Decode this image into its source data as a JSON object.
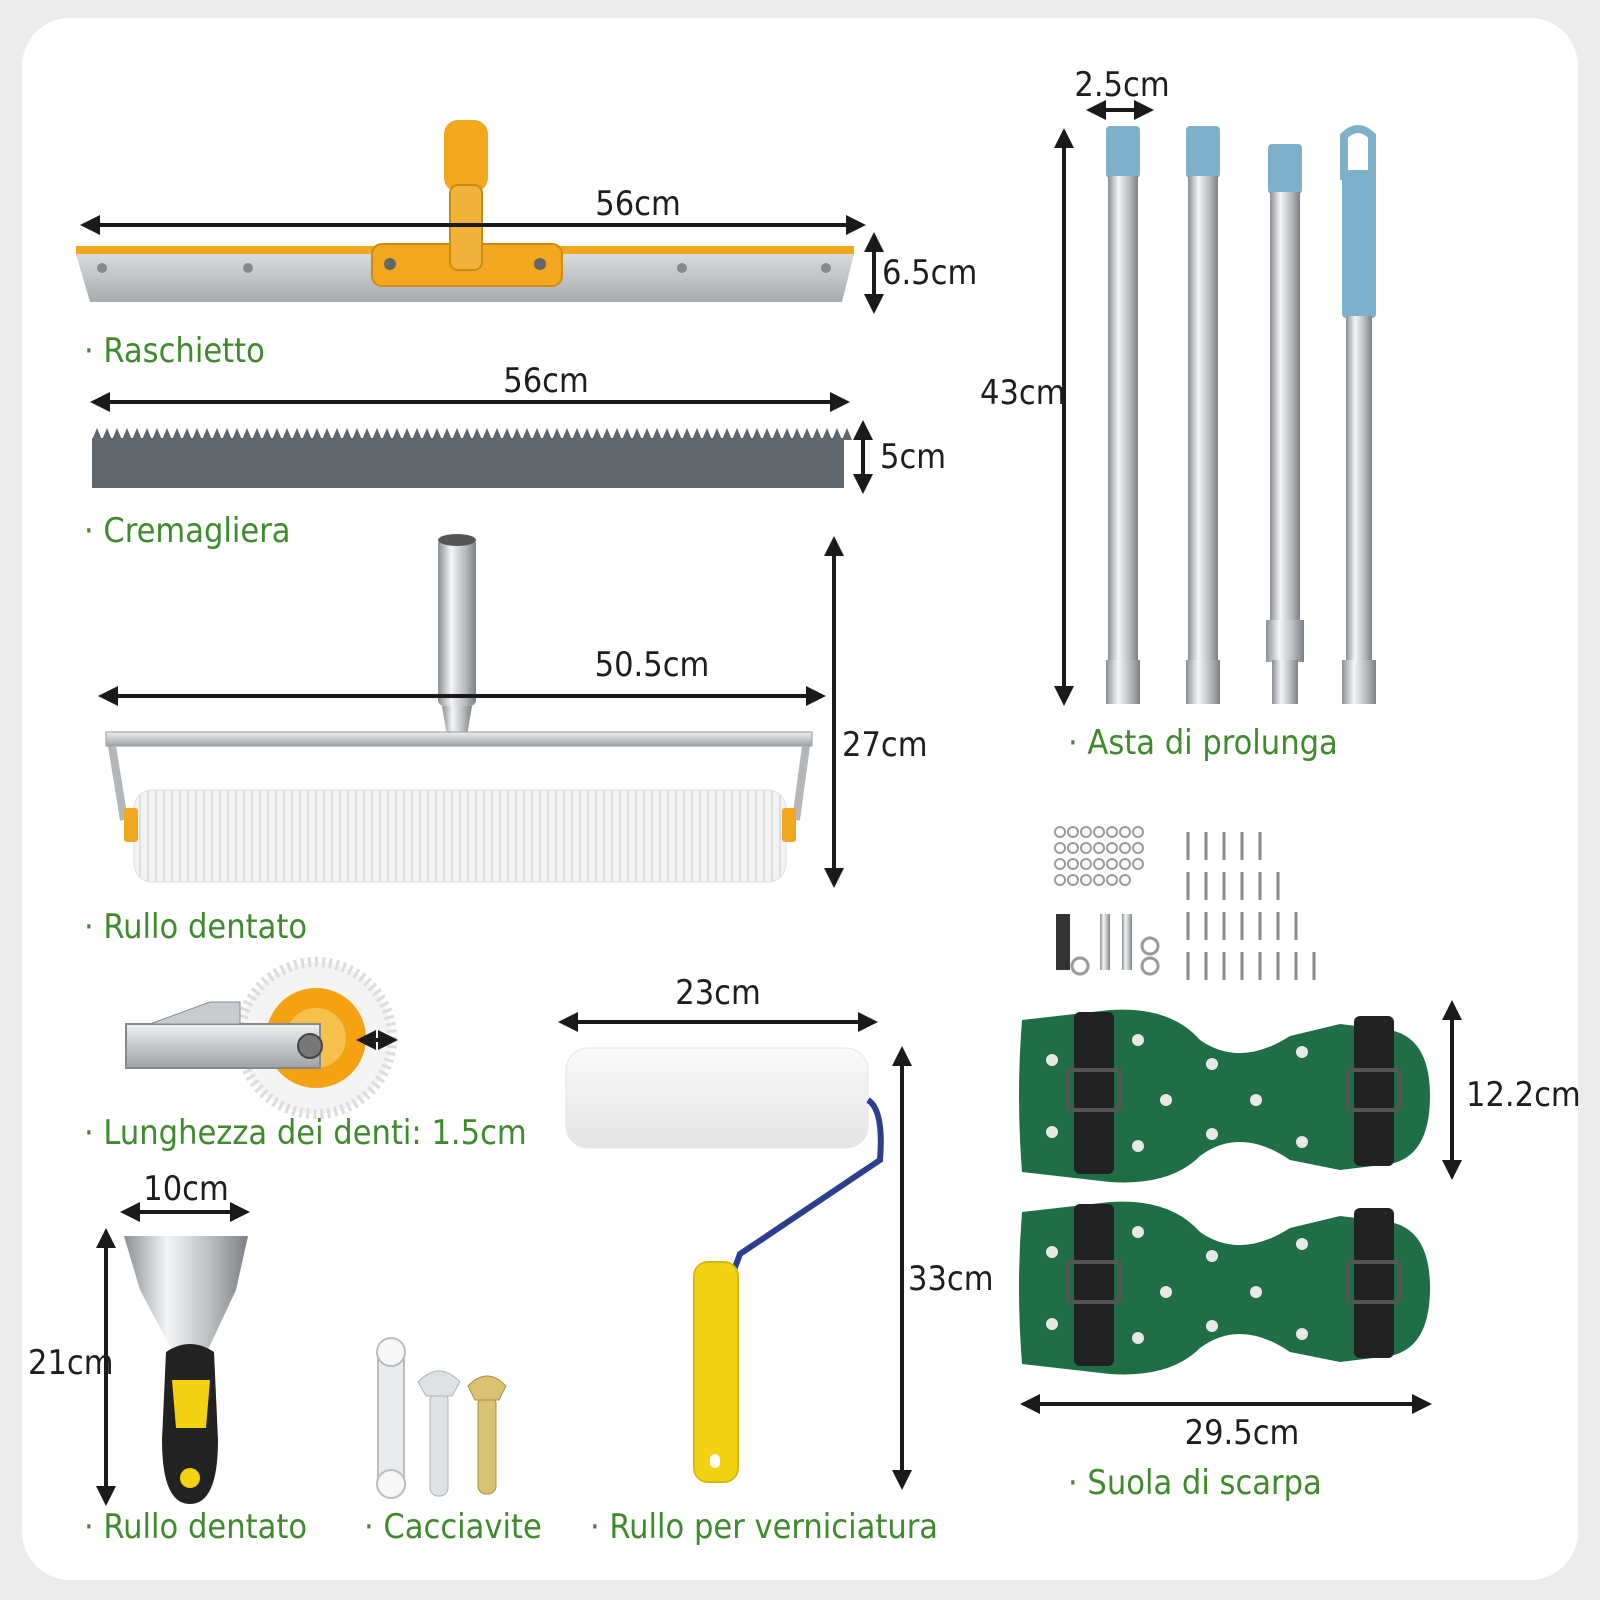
{
  "colors": {
    "caption": "#3f8a2c",
    "dimension": "#1e1e1e",
    "blade_orange": "#f2a81e",
    "comb_gray": "#5f676c",
    "handle_blue": "#7fb0c9",
    "sole_green": "#1f6e45",
    "roller_yellow": "#f3d311",
    "roller_frame_blue": "#2b3f8e"
  },
  "items": {
    "raschietto": {
      "caption": "· Raschietto",
      "width_label": "56cm",
      "height_label": "6.5cm",
      "icon": "squeegee-icon"
    },
    "cremagliera": {
      "caption": "· Cremagliera",
      "width_label": "56cm",
      "height_label": "5cm",
      "icon": "serrated-blade-icon"
    },
    "rullo_dentato": {
      "caption": "· Rullo dentato",
      "width_label": "50.5cm",
      "height_label": "27cm",
      "icon": "spiked-roller-icon"
    },
    "denti": {
      "caption": "· Lunghezza dei denti: 1.5cm",
      "icon": "spike-detail-icon"
    },
    "asta": {
      "caption": "· Asta di prolunga",
      "width_label": "2.5cm",
      "height_label": "43cm",
      "icon": "extension-pole-icon"
    },
    "suola": {
      "caption": "· Suola di scarpa",
      "width_label": "29.5cm",
      "height_label": "12.2cm",
      "icon": "spiked-sole-icon"
    },
    "spatola": {
      "caption": "· Rullo dentato",
      "width_label": "10cm",
      "height_label": "21cm",
      "icon": "putty-knife-icon"
    },
    "cacciavite": {
      "caption": "· Cacciavite",
      "icon": "wrench-icon"
    },
    "rullo_vernice": {
      "caption": "· Rullo per verniciatura",
      "width_label": "23cm",
      "height_label": "33cm",
      "icon": "paint-roller-icon"
    }
  }
}
